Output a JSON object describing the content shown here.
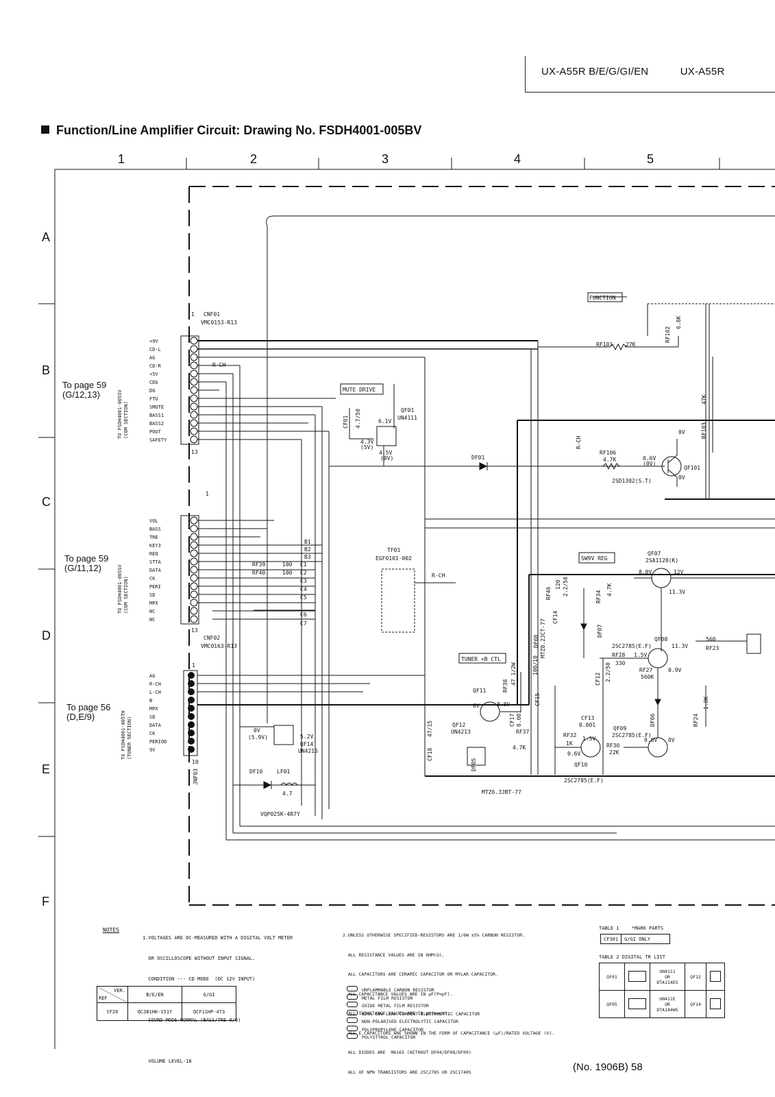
{
  "header": {
    "models_left": "UX-A55R B/E/G/GI/EN",
    "models_right": "UX-A55R"
  },
  "title": "Function/Line Amplifier Circuit: Drawing No. FSDH4001-005BV",
  "grid": {
    "columns": [
      "1",
      "2",
      "3",
      "4",
      "5"
    ],
    "rows": [
      "A",
      "B",
      "C",
      "D",
      "E",
      "F"
    ]
  },
  "connectors": [
    {
      "ref": "CNF01",
      "part": "VMC0153-R13",
      "pin_first": "1",
      "pin_last": "13",
      "page_ref": "To page 59",
      "grid_ref": "(G/12,13)",
      "dest_line1": "TO FSDH4001-005SV",
      "dest_line2": "(COM SECTION)",
      "pins": [
        "+9V",
        "CD-L",
        "AG",
        "CD-R",
        "+5V",
        "CDG",
        "DG",
        "FTU",
        "SMUTE",
        "BASS1",
        "BASS2",
        "POUT",
        "SAFETY"
      ]
    },
    {
      "ref": "CNF02",
      "part": "VMC0163-R13",
      "pin_first": "1",
      "pin_last": "13",
      "page_ref": "To page 59",
      "grid_ref": "(G/11,12)",
      "dest_line1": "TO FSDH4001-005SV",
      "dest_line2": "(COM SECTION)",
      "pins": [
        "VOL",
        "BASS",
        "TRE",
        "KEY3",
        "REQ",
        "STTA",
        "DATA",
        "CK",
        "PERI",
        "SD",
        "MPX",
        "NC",
        "NC"
      ]
    },
    {
      "ref": "JNF03",
      "part": "",
      "pin_first": "1",
      "pin_last": "10",
      "page_ref": "To page 56",
      "grid_ref": "(D,E/9)",
      "dest_line1": "TO FSDH4001-005TH",
      "dest_line2": "(TUNER SECTION)",
      "pins": [
        "AG",
        "R-CH",
        "L-CH",
        "B",
        "MPX",
        "SD",
        "DATA",
        "CK",
        "PERIOD",
        "9V"
      ]
    }
  ],
  "blocks": {
    "mute_drive": "MUTE DRIVE",
    "function": "FUNCTION",
    "sw9v_reg": "SW9V REG",
    "tuner_b_ctl": "TUNER +B CTL"
  },
  "labels": {
    "rch": "R-CH",
    "b1": "B1",
    "b2": "B2",
    "b3": "B3",
    "c1": "C1",
    "c2": "C2",
    "c3": "C3",
    "c4": "C4",
    "c5": "C5",
    "c6": "C6",
    "c7": "C7",
    "tf01": "TF01",
    "tf01_part": "EGF0101-002",
    "qf01": "QF01",
    "qf01_part": "UN4111",
    "qf101": "QF101",
    "qf101_part": "2SD1302(S.T)",
    "qf07": "QF07",
    "qf07_part": "2SA1128(K)",
    "qf08": "QF08",
    "qf08_part": "2SC2785(E.F)",
    "qf09": "QF09",
    "qf09_part": "2SC2785(E.F)",
    "qf10": "QF10",
    "qf10_part": "2SC2785(E.F)",
    "qf11": "QF11",
    "qf12": "QF12",
    "qf12_part": "UN4213",
    "qf14": "QF14",
    "qf14_part": "UN4215",
    "df01": "DF01",
    "df10": "DF10",
    "lf01": "LF01",
    "lf01_val": "4.7",
    "lf01_part": "VQP025K-4R7Y",
    "df05": "DF05",
    "df06": "DF06",
    "df07": "DF07",
    "df08": "DF08",
    "zener1": "MTZ8.2JCT-77",
    "zener2": "MTZ6.3JBT-77",
    "rf101": "RF101",
    "rf101_val": "27K",
    "rf102": "RF102",
    "rf102_val": "6.8K",
    "rf103": "RF103",
    "rf103_val": "47K",
    "rf106": "RF106",
    "rf106_val": "4.7K",
    "rf39": "RF39",
    "rf40": "RF40",
    "r100": "100",
    "cf01": "CF01",
    "cf01_val": "4.7/50",
    "v_61": "6.1V",
    "v_43": "4.3V",
    "v_5v": "(5V)",
    "v_45": "4.5V",
    "v_0v": "(0V)",
    "v_06": "0.6V",
    "v_0": "0V",
    "v_88": "8.8V",
    "v_12": "12V",
    "v_113": "11.3V",
    "v_15": "1.5V",
    "v_09": "0.9V",
    "v_52": "5.2V",
    "v_59": "(5.9V)",
    "rf28": "RF28",
    "rf28_val": "330",
    "rf27": "RF27",
    "rf27_val": "560K",
    "rf23": "RF23",
    "r560": "560",
    "rf24": "RF24",
    "rf24_val": "1.8K",
    "rf30": "RF30",
    "rf30_val": "22K",
    "rf32": "RF32",
    "rf32_val": "1K",
    "rf37": "RF37",
    "rf37_val": "4.7K",
    "rf38": "RF38",
    "rf38_val": "47 1/2W",
    "cf13": "CF13",
    "cf13_val": "0.001",
    "cf17": "CF17",
    "cf17_val": "0.001",
    "cf15": "CF15",
    "cf15_val": "100/10",
    "cf18": "CF18",
    "cf18_val": "47/15",
    "cf12": "CF12",
    "cf12_val": "2.2/50",
    "cf14": "CF14",
    "cf14_val": "2.2/50",
    "rf34": "RF34",
    "rf34_val": "4.7K",
    "rf46": "RF46",
    "rf46_val": "120"
  },
  "notes": {
    "heading": "NOTES",
    "n1_lines": [
      "1.VOLTAGES ARE DC-MEASURED WITH A DIGITAL VOLT METER",
      "  OR OSCILLOSCOPE WITHOUT INPUT SIGNAL.",
      "  CONDITION --- CD MODE  (DC 12V INPUT)",
      "",
      "  SOUND MODE-NORMAL (BASS/TRE 0/0)",
      "",
      "  VOLUME LEVEL-18"
    ],
    "n2_lines": [
      "2.UNLESS OTHERWISE SPECIFIED-RESISTORS ARE 1/6W ±5% CARBON RESISTOR.",
      "  ALL RESISTANCE VALUES ARE IN OHM(Ω).",
      "  ALL CAPACITORS ARE CERAMIC CAPACITOR OR MYLAR CAPACITOR.",
      "  ALL CAPACITANCE VALUES ARE IN μF(P=pF).",
      "  ALL INDUCTANCE VALUES ARE IN μH(m=mH).",
      "  ALL E.CAPACITORS ARE SHOWN IN THE FORM OF CAPACITANCE (μF)/RATED VOLTAGE (V).",
      "  ALL DIODES ARE  MA165 (WITHOUT DF04/DF08/DF09)",
      "  ALL OF NPN TRANSISTORS ARE 2SC2785 OR 2SC1740S"
    ],
    "legend": [
      "UNFLAMMABLE CARBON RESISTOR",
      "METAL FILM RESISTOR",
      "OXIDE METAL FILM RESISTOR",
      "±20% LOW LEAK CURRENT ELECTROLYTIC CAPACITOR",
      "NON-POLARISED ELECTROLYTIC CAPACITOR",
      "POLYPROPYLENE CAPACITOR",
      "POLYSTYROL CAPACITOR"
    ]
  },
  "version_table": {
    "corner_top": "VER.",
    "corner_bottom": "REF",
    "headers": [
      "B/E/EN",
      "G/GI"
    ],
    "rows": [
      {
        "ref": "CF26",
        "values": [
          "QC381HK-151Y",
          "QCF11HP-473"
        ]
      }
    ]
  },
  "table1": {
    "title": "TABLE 1",
    "subtitle": "*MARK PARTS",
    "ref": "CF301",
    "value": "G/GI ONLY"
  },
  "table2": {
    "title": "TABLE 2  DIGITAL TR LIST",
    "rows": [
      {
        "ref": "QF01",
        "part_line1": "UN4111",
        "part_line2": "OR",
        "part_line3": "DTA114ES",
        "ref2": "QF12"
      },
      {
        "ref": "QF05",
        "part_line1": "UN411E",
        "part_line2": "OR",
        "part_line3": "DTA144WS",
        "ref2": "QF14"
      }
    ]
  },
  "footer": "(No. 1906B) 58"
}
